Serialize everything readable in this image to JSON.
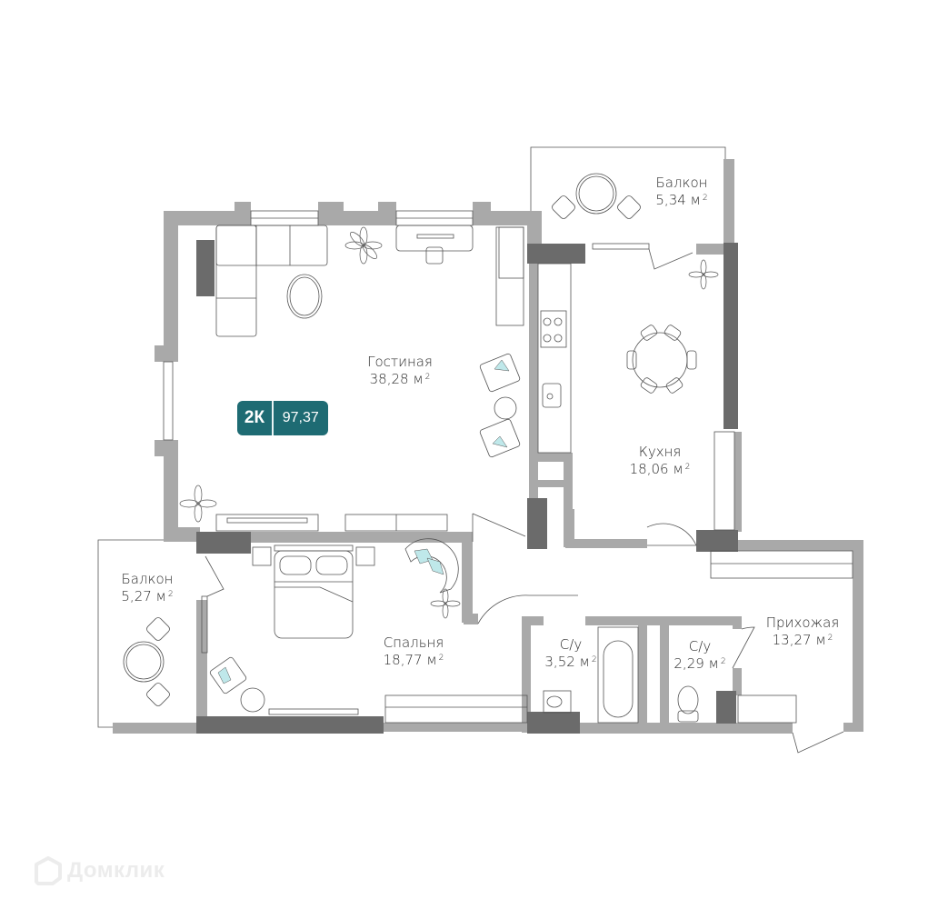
{
  "plan": {
    "type_badge": {
      "rooms": "2К",
      "total_area": "97,37",
      "color": "#1e6b73"
    },
    "colors": {
      "wall": "#a9a9a9",
      "load_bearing_wall": "#6b6b6b",
      "line": "#4a4a4a",
      "accent_textile": "#bfe8ea"
    },
    "unit_superscript": "2",
    "rooms": [
      {
        "id": "living",
        "name": "Гостиная",
        "area": "38,28 м"
      },
      {
        "id": "kitchen",
        "name": "Кухня",
        "area": "18,06 м"
      },
      {
        "id": "balcony_top",
        "name": "Балкон",
        "area": "5,34 м"
      },
      {
        "id": "balcony_left",
        "name": "Балкон",
        "area": "5,27 м"
      },
      {
        "id": "bedroom",
        "name": "Спальня",
        "area": "18,77 м"
      },
      {
        "id": "bath1",
        "name": "С/у",
        "area": "3,52 м"
      },
      {
        "id": "bath2",
        "name": "С/у",
        "area": "2,29 м"
      },
      {
        "id": "hallway",
        "name": "Прихожая",
        "area": "13,27 м"
      }
    ]
  },
  "watermark": {
    "text": "Домклик",
    "icon": "domclick-house-icon"
  }
}
